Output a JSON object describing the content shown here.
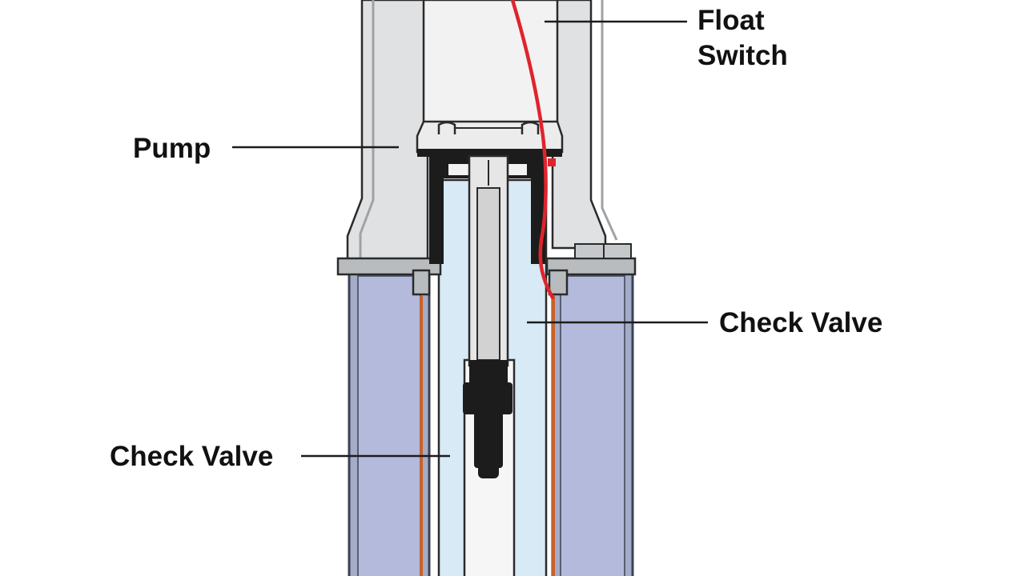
{
  "labels": {
    "float_switch_line1": "Float",
    "float_switch_line2": "Switch",
    "pump": "Pump",
    "check_valve_upper": "Check Valve",
    "check_valve_lower": "Check Valve"
  },
  "colors": {
    "background": "#ffffff",
    "outline": "#2a2a2a",
    "pump_housing": "#e3e5e6",
    "pump_housing_shade": "#c9cccd",
    "pit_wall": "#a4acc8",
    "pit_wall_outline": "#3b4256",
    "water": "#d8eaf6",
    "discharge_pipe": "#f6f6f6",
    "valve_body": "#1c1c1c",
    "float_wire": "#e0242c",
    "copper_line": "#c8622a"
  }
}
